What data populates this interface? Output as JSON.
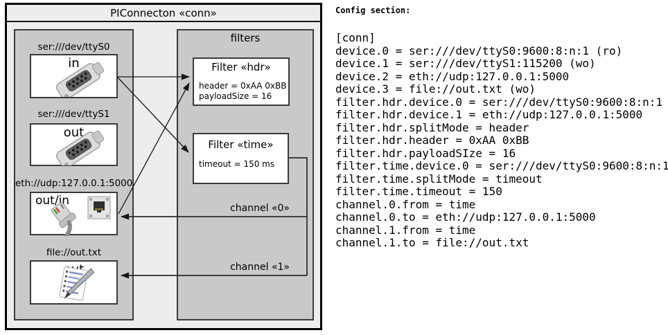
{
  "colors": {
    "frame_bg": "#ededed",
    "group_bg": "#c9c9c9",
    "node_bg": "#ffffff",
    "border": "#3a3a3a",
    "arrow": "#161616"
  },
  "diagram": {
    "title": "PIConnecton «conn»",
    "filters_group_title": "filters",
    "devices": [
      {
        "label": "ser:///dev/ttyS0",
        "port": "in",
        "icon": "serial-db9-icon"
      },
      {
        "label": "ser:///dev/ttyS1",
        "port": "out",
        "icon": "serial-db9-icon"
      },
      {
        "label": "eth://udp:127.0.0.1:5000",
        "port": "out/in",
        "icon": "ethernet-plug-icon"
      },
      {
        "label": "file://out.txt",
        "port": "out",
        "icon": "notepad-icon"
      }
    ],
    "filters": [
      {
        "title": "Filter «hdr»",
        "properties": [
          "header = 0xAA 0xBB",
          "payloadSize = 16"
        ]
      },
      {
        "title": "Filter «time»",
        "properties": [
          "timeout = 150 ms"
        ]
      }
    ],
    "channels": [
      {
        "label": "channel «0»"
      },
      {
        "label": "channel «1»"
      }
    ],
    "connections": [
      "ttyS0 in -> Filter hdr",
      "ttyS0 in -> Filter time",
      "eth out/in -> Filter hdr",
      "Filter time -> eth out/in via channel 0",
      "Filter time -> file out via channel 1"
    ]
  },
  "config": {
    "heading": "Config section:",
    "lines": [
      "[conn]",
      "device.0 = ser:///dev/ttyS0:9600:8:n:1 (ro)",
      "device.1 = ser:///dev/ttyS1:115200 (wo)",
      "device.2 = eth://udp:127.0.0.1:5000",
      "device.3 = file://out.txt (wo)",
      "filter.hdr.device.0 = ser:///dev/ttyS0:9600:8:n:1",
      "filter.hdr.device.1 = eth://udp:127.0.0.1:5000",
      "filter.hdr.splitMode = header",
      "filter.hdr.header = 0xAA 0xBB",
      "filter.hdr.payloadSIze = 16",
      "filter.time.device.0 = ser:///dev/ttyS0:9600:8:n:1",
      "filter.time.splitMode = timeout",
      "filter.time.timeout = 150",
      "channel.0.from = time",
      "channel.0.to = eth://udp:127.0.0.1:5000",
      "channel.1.from = time",
      "channel.1.to = file://out.txt"
    ]
  }
}
